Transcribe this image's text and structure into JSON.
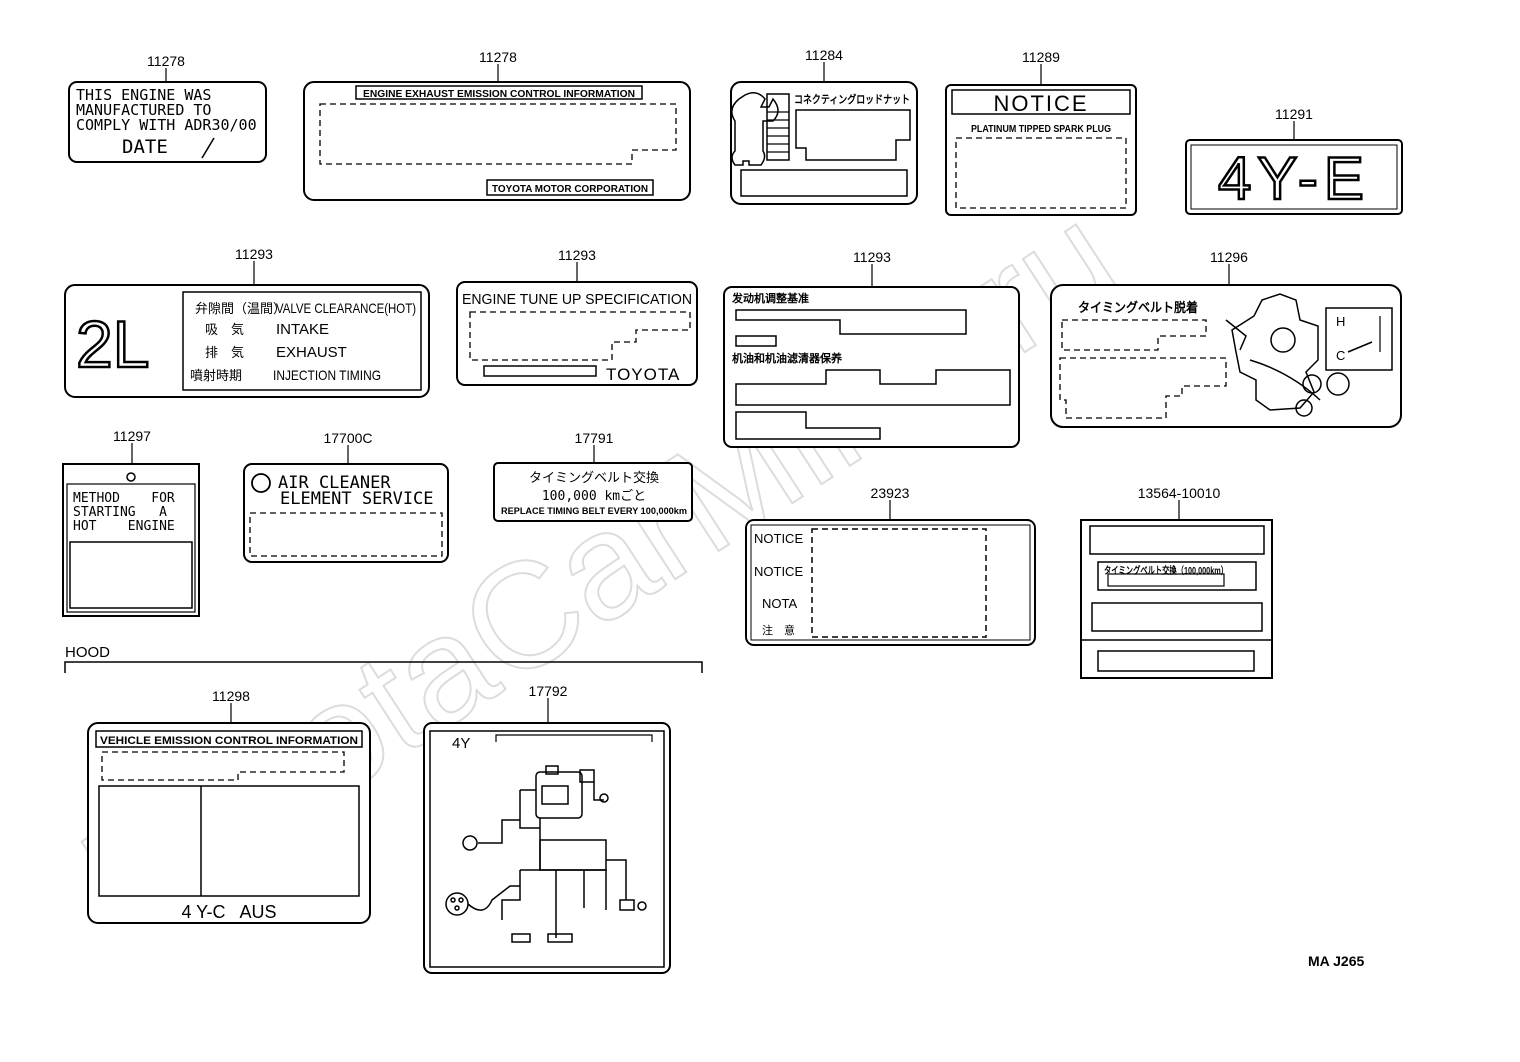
{
  "watermark": "ToyotaCarMine.ru",
  "sheet_code": "MA J265",
  "hood_label": "HOOD",
  "parts": {
    "p11278a": "11278",
    "p11278b": "11278",
    "p11284": "11284",
    "p11289": "11289",
    "p11291": "11291",
    "p11293a": "11293",
    "p11293b": "11293",
    "p11293c": "11293",
    "p11296": "11296",
    "p11297": "11297",
    "p17700c": "17700C",
    "p17791": "17791",
    "p23923": "23923",
    "p13564": "13564-10010",
    "p11298": "11298",
    "p17792": "17792"
  },
  "labels": {
    "adr": {
      "line1": "THIS ENGINE WAS",
      "line2": "MANUFACTURED TO",
      "line3": "COMPLY WITH ADR30/00",
      "line4": "DATE"
    },
    "emission": {
      "title": "ENGINE EXHAUST EMISSION CONTROL INFORMATION",
      "maker": "TOYOTA MOTOR CORPORATION"
    },
    "connecting_rod": {
      "jp": "コネクティングロッドナット"
    },
    "notice": {
      "title": "NOTICE",
      "sub": "PLATINUM TIPPED SPARK PLUG"
    },
    "engine_4ye": "4Y-E",
    "valve": {
      "engine": "2L",
      "row1_jp": "弁隙間（温間）",
      "row1": "VALVE CLEARANCE(HOT)",
      "row2_jp": "吸　気",
      "row2": "INTAKE",
      "row3_jp": "排　気",
      "row3": "EXHAUST",
      "row4_jp": "噴射時期",
      "row4": "INJECTION TIMING"
    },
    "tuneup": {
      "title": "ENGINE TUNE UP SPECIFICATION",
      "brand": "TOYOTA"
    },
    "china": {
      "line1": "发动机调整基准",
      "line2": "机油和机油滤清器保养"
    },
    "belt_diagram": {
      "title": "タイミングベルト脱着",
      "hot": "H",
      "cold": "C"
    },
    "hot_start": {
      "line1": "METHOD    FOR",
      "line2": "STARTING   A",
      "line3": "HOT    ENGINE"
    },
    "air_cleaner": {
      "line1": "AIR CLEANER",
      "line2": "ELEMENT SERVICE"
    },
    "timing_belt": {
      "jp": "タイミングベルト交換",
      "km": "100,000 kmごと",
      "en": "REPLACE TIMING BELT EVERY 100,000km"
    },
    "multi_notice": {
      "r1": "NOTICE",
      "r2": "NOTICE",
      "r3": "NOTA",
      "r4": "注　意"
    },
    "jp_small": {
      "line": "タイミングベルト交換（100,000km）"
    },
    "vehicle_emission": {
      "title": "VEHICLE EMISSION CONTROL INFORMATION",
      "engine": "4 Y-C   AUS"
    },
    "vacuum": {
      "engine": "4Y"
    }
  }
}
